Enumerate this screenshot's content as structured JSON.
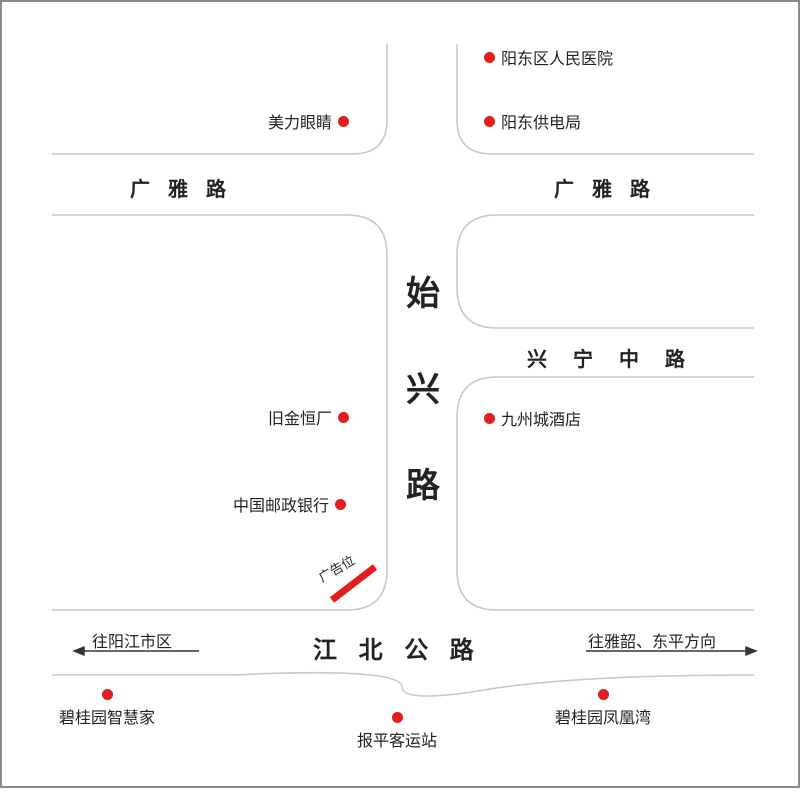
{
  "colors": {
    "road_edge": "#c8c8c8",
    "poi_dot": "#e11d1d",
    "ad_marker": "#e11d1d",
    "border": "#8a8a8a"
  },
  "roads": {
    "guangya_left": "广雅路",
    "guangya_right": "广雅路",
    "shixing": [
      "始",
      "兴",
      "路"
    ],
    "xingning": "兴宁中路",
    "jiangbei": "江北公路"
  },
  "directions": {
    "left": "往阳江市区",
    "right": "往雅韶、东平方向"
  },
  "pois": {
    "hospital": "阳东区人民医院",
    "power_bureau": "阳东供电局",
    "meili_eyes": "美力眼睛",
    "jiujin_factory": "旧金恒厂",
    "post_bank": "中国邮政银行",
    "jiuzhou_hotel": "九州城酒店",
    "biguiyuan_smart": "碧桂园智慧家",
    "baoping_station": "报平客运站",
    "biguiyuan_fenghuang": "碧桂园凤凰湾"
  },
  "ad_spot": "广告位"
}
